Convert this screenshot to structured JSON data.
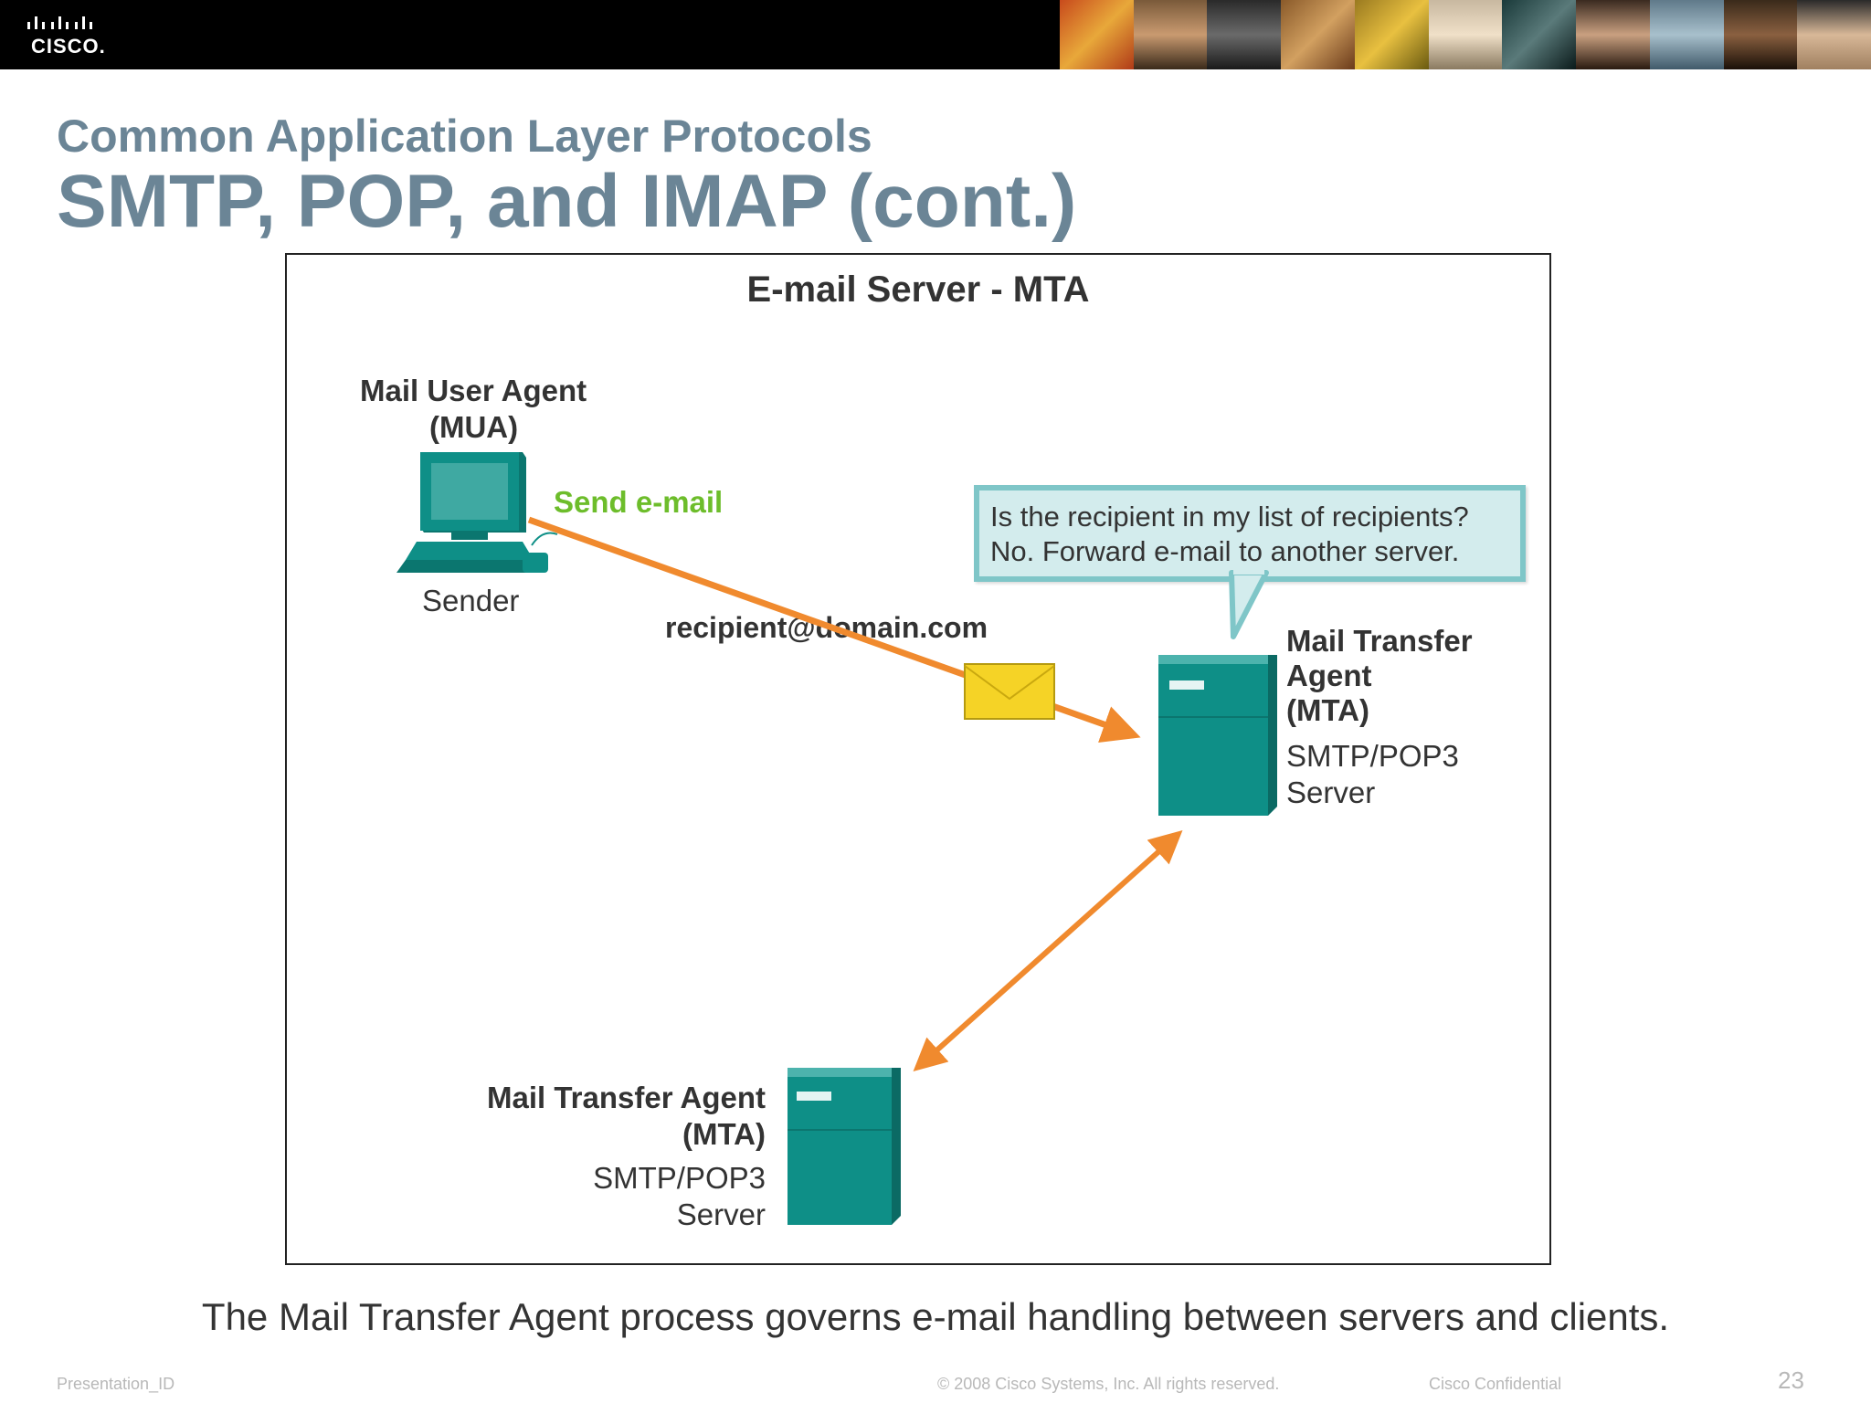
{
  "header": {
    "logo_text": "CISCO.",
    "subtitle": "Common Application Layer Protocols",
    "title": "SMTP, POP, and IMAP (cont.)"
  },
  "diagram": {
    "title": "E-mail Server - MTA",
    "mua": {
      "label_line1": "Mail User Agent",
      "label_line2": "(MUA)",
      "role": "Sender"
    },
    "send_label": "Send e-mail",
    "address": "recipient@domain.com",
    "callout": {
      "line1": "Is the recipient in my list of recipients?",
      "line2": "No. Forward e-mail to another server."
    },
    "mta_right": {
      "line1": "Mail Transfer",
      "line2": "Agent",
      "line3": "(MTA)",
      "proto": "SMTP/POP3",
      "kind": "Server"
    },
    "mta_bottom": {
      "line1": "Mail Transfer Agent",
      "line2": "(MTA)",
      "proto": "SMTP/POP3",
      "kind": "Server"
    },
    "colors": {
      "arrow": "#f08a2e",
      "device": "#0e8f87",
      "send_label": "#6dbd2b",
      "envelope": "#f5d326"
    }
  },
  "caption": "The Mail Transfer Agent process governs e-mail handling between servers and clients.",
  "footer": {
    "left": "Presentation_ID",
    "center": "© 2008 Cisco Systems, Inc. All rights reserved.",
    "right": "Cisco Confidential",
    "page": "23"
  }
}
